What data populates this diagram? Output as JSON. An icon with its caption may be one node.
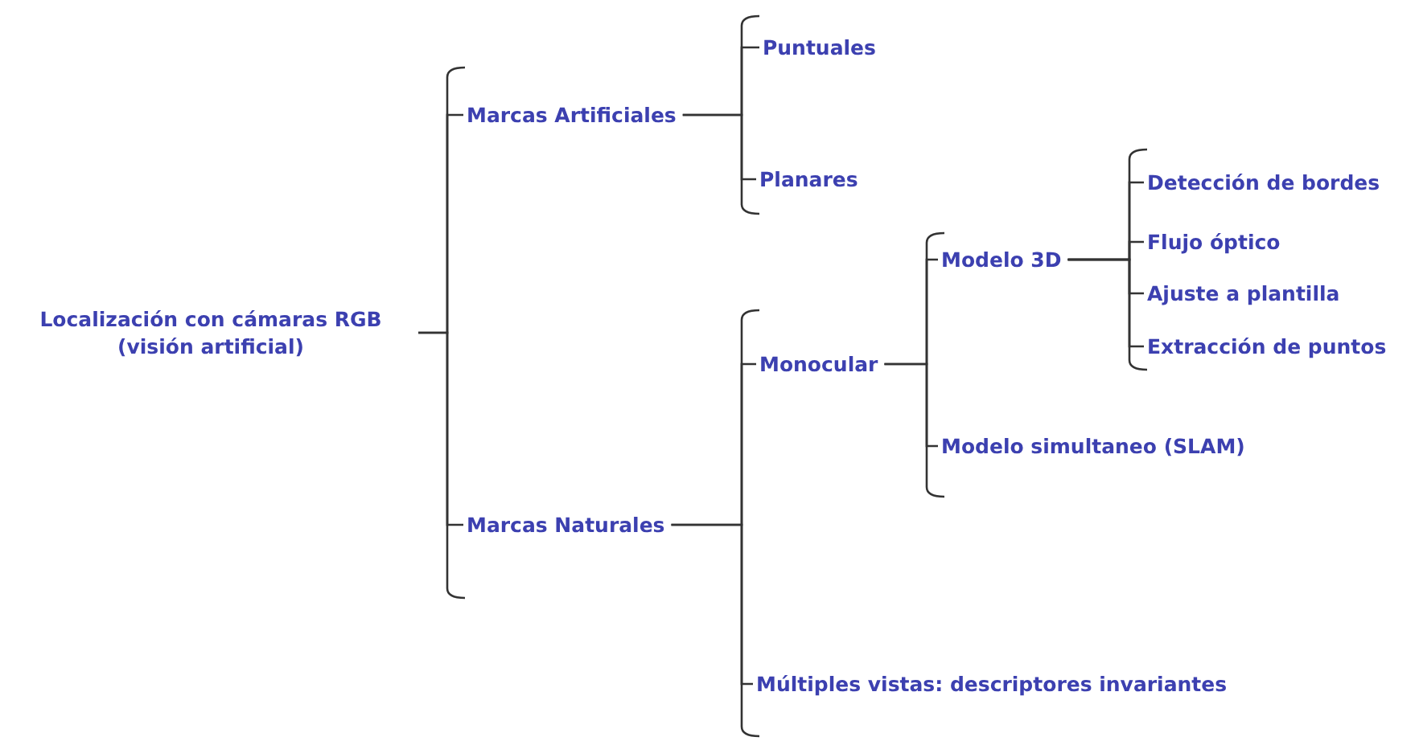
{
  "diagram": {
    "nodes": [
      {
        "text": [
          "Localización con cámaras RGB (visión artificial)"
        ]
      },
      {
        "text": [
          "Marcas Artificiales"
        ]
      },
      {
        "text": [
          "Puntuales"
        ]
      },
      {
        "text": [
          "Planares"
        ]
      },
      {
        "text": [
          "Marcas Naturales"
        ]
      },
      {
        "text": [
          "Monocular"
        ]
      },
      {
        "text": [
          "Modelo 3D"
        ]
      },
      {
        "text": [
          "Modelo simultaneo (SLAM)"
        ]
      },
      {
        "text": [
          "Múltiples vistas: descriptores invariantes"
        ]
      },
      {
        "text": [
          "Detección de bordes"
        ]
      },
      {
        "text": [
          "Flujo óptico"
        ]
      },
      {
        "text": [
          "Ajuste a plantilla"
        ]
      },
      {
        "text": [
          "Extracción de puntos"
        ]
      }
    ],
    "edges": [
      {
        "from": 0,
        "to": 1,
        "arrow": "none"
      },
      {
        "from": 0,
        "to": 4,
        "arrow": "none"
      },
      {
        "from": 1,
        "to": 2,
        "arrow": "none"
      },
      {
        "from": 1,
        "to": 3,
        "arrow": "none"
      },
      {
        "from": 4,
        "to": 5,
        "arrow": "none"
      },
      {
        "from": 4,
        "to": 8,
        "arrow": "none"
      },
      {
        "from": 5,
        "to": 6,
        "arrow": "none"
      },
      {
        "from": 5,
        "to": 7,
        "arrow": "none"
      },
      {
        "from": 6,
        "to": 9,
        "arrow": "none"
      },
      {
        "from": 6,
        "to": 10,
        "arrow": "none"
      },
      {
        "from": 6,
        "to": 11,
        "arrow": "none"
      },
      {
        "from": 6,
        "to": 12,
        "arrow": "none"
      }
    ]
  }
}
